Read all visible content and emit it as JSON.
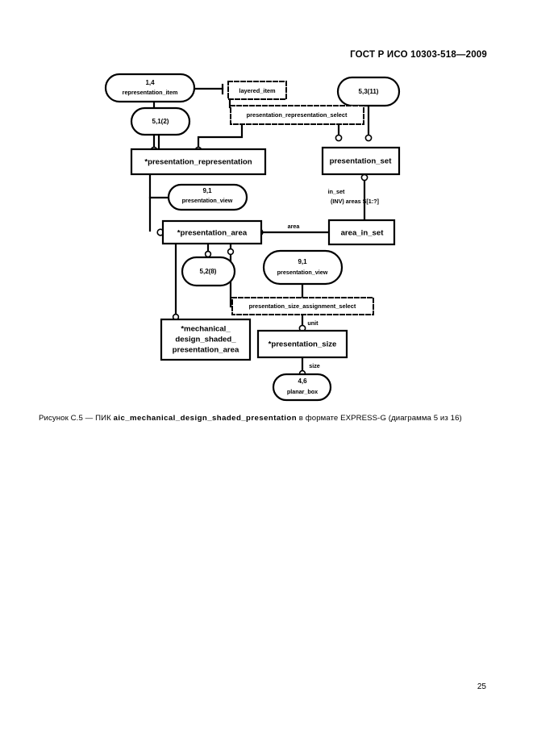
{
  "document": {
    "standard_header": "ГОСТ Р ИСО 10303-518—2009",
    "page_number": "25"
  },
  "caption": {
    "prefix": "Рисунок  С.5 — ПИК ",
    "entity": "aic_mechanical_design_shaded_presentation",
    "suffix": " в формате EXPRESS-G (диаграмма 5 из 16)"
  },
  "diagram": {
    "type": "express-g",
    "page_refs": [
      {
        "id": "ref-1-4",
        "num": "1,4",
        "label": "representation_item"
      },
      {
        "id": "ref-5-1",
        "num": "5,1(2)",
        "label": ""
      },
      {
        "id": "ref-5-3",
        "num": "5,3(11)",
        "label": ""
      },
      {
        "id": "ref-9-1a",
        "num": "9,1",
        "label": "presentation_view"
      },
      {
        "id": "ref-5-2",
        "num": "5,2(8)",
        "label": ""
      },
      {
        "id": "ref-9-1b",
        "num": "9,1",
        "label": "presentation_view"
      },
      {
        "id": "ref-4-6",
        "num": "4,6",
        "label": "planar_box"
      }
    ],
    "select_types": [
      {
        "id": "sel-layered-item",
        "label": "layered_item"
      },
      {
        "id": "sel-pres-rep-select",
        "label": "presentation_representation_select"
      },
      {
        "id": "sel-pres-size-select",
        "label": "presentation_size_assignment_select"
      }
    ],
    "entities": [
      {
        "id": "ent-pres-rep",
        "label": "*presentation_representation"
      },
      {
        "id": "ent-pres-set",
        "label": "presentation_set"
      },
      {
        "id": "ent-pres-area",
        "label": "*presentation_area"
      },
      {
        "id": "ent-area-in-set",
        "label": "area_in_set"
      },
      {
        "id": "ent-mech-area",
        "label": "*mechanical_\ndesign_shaded_\npresentation_area",
        "lines": [
          "*mechanical_",
          "design_shaded_",
          "presentation_area"
        ]
      },
      {
        "id": "ent-pres-size",
        "label": "*presentation_size"
      }
    ],
    "edge_labels": [
      {
        "id": "lbl-area",
        "text": "area"
      },
      {
        "id": "lbl-in-set",
        "text": "in_set"
      },
      {
        "id": "lbl-inv-areas",
        "text": "(INV) areas S[1:?]"
      },
      {
        "id": "lbl-unit",
        "text": "unit"
      },
      {
        "id": "lbl-size",
        "text": "size"
      }
    ],
    "colors": {
      "stroke": "#000000",
      "fill": "#ffffff"
    }
  }
}
